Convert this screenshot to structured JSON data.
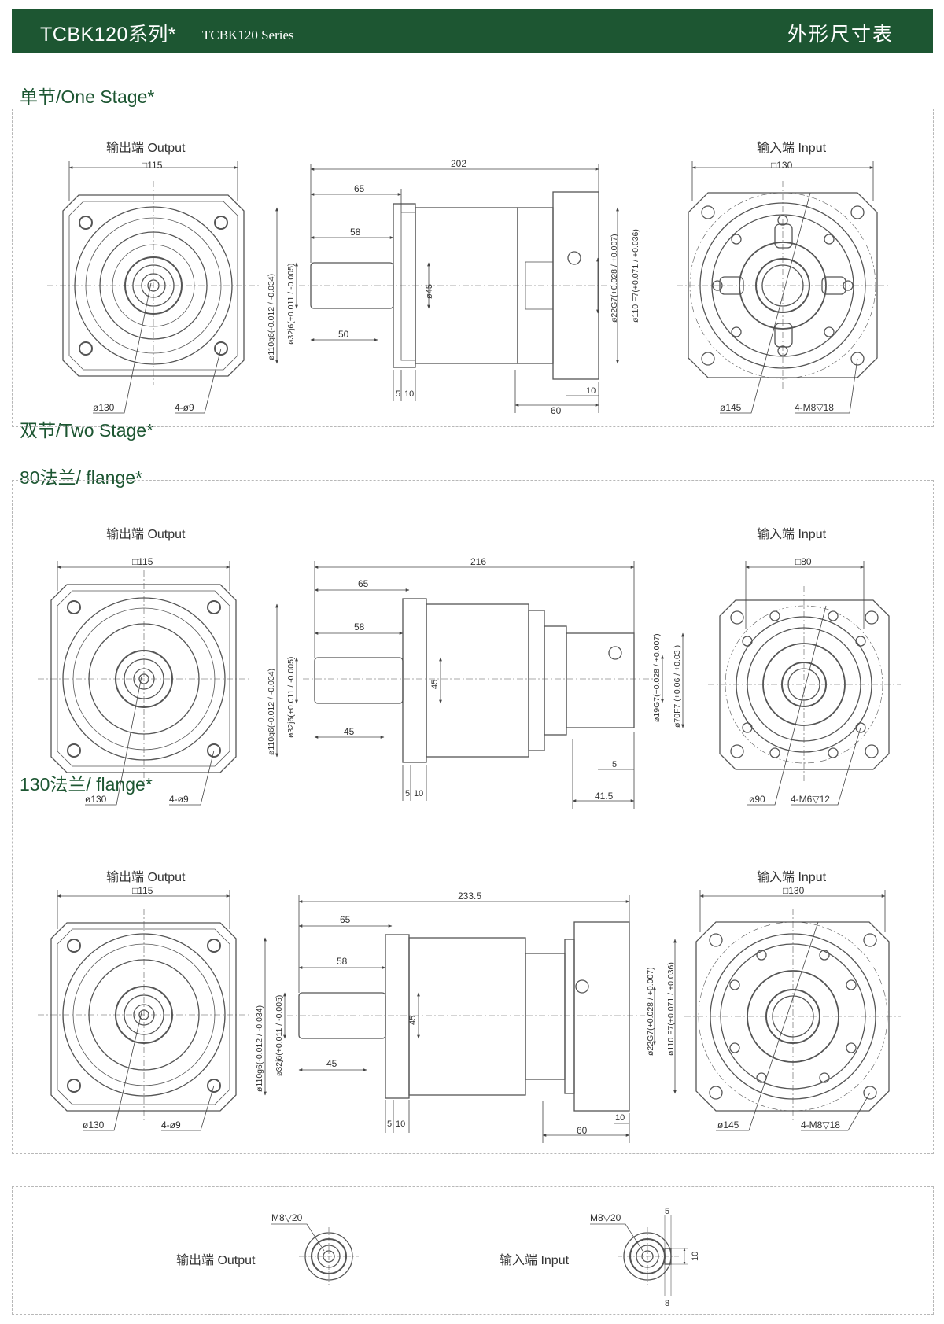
{
  "header": {
    "title_cn": "TCBK120系列*",
    "title_en": "TCBK120 Series",
    "right_title": "外形尺寸表"
  },
  "one_stage": {
    "title": "单节/One Stage*",
    "output_label": "输出端 Output",
    "input_label": "输入端 Input",
    "dims": {
      "out_square": "□115",
      "out_pcd": "ø130",
      "out_holes": "4-ø9",
      "total": "202",
      "d65": "65",
      "d58": "58",
      "d50": "50",
      "d45": "ø45",
      "shaft_tol": "ø110g6(-0.012 / -0.034)",
      "shaft_d": "ø32j6(+0.011 / -0.005)",
      "d5": "5",
      "d10": "10",
      "d10b": "10",
      "d60": "60",
      "bore": "ø22G7(+0.028 / +0.007)",
      "pilot": "ø110 F7(+0.071 / +0.036)",
      "in_square": "□130",
      "in_pcd": "ø145",
      "in_holes": "4-M8▽18"
    }
  },
  "two_stage": {
    "title": "双节/Two Stage*",
    "flange80": {
      "title": "80法兰/ flange*",
      "output_label": "输出端 Output",
      "input_label": "输入端 Input",
      "dims": {
        "out_square": "□115",
        "out_pcd": "ø130",
        "out_holes": "4-ø9",
        "total": "216",
        "d65": "65",
        "d58": "58",
        "d45": "45",
        "d45b": "45",
        "shaft_tol": "ø110g6(-0.012 / -0.034)",
        "shaft_d": "ø32j6(+0.011 / -0.005)",
        "d5": "5",
        "d10": "10",
        "d5b": "5",
        "d415": "41.5",
        "bore": "ø19G7(+0.028 / +0.007)",
        "pilot": "ø70F7 (+0.06 / +0.03 )",
        "in_square": "□80",
        "in_pcd": "ø90",
        "in_holes": "4-M6▽12"
      }
    },
    "flange130": {
      "title": "130法兰/ flange*",
      "output_label": "输出端 Output",
      "input_label": "输入端 Input",
      "dims": {
        "out_square": "□115",
        "out_pcd": "ø130",
        "out_holes": "4-ø9",
        "total": "233.5",
        "d65": "65",
        "d58": "58",
        "d45": "45",
        "d45b": "45",
        "shaft_tol": "ø110g6(-0.012 / -0.034)",
        "shaft_d": "ø32j6(+0.011 / -0.005)",
        "d5": "5",
        "d10": "10",
        "d10b": "10",
        "d60": "60",
        "bore": "ø22G7(+0.028 / +0.007)",
        "pilot": "ø110 F7(+0.071 / +0.036)",
        "in_square": "□130",
        "in_pcd": "ø145",
        "in_holes": "4-M8▽18"
      }
    }
  },
  "bottom": {
    "output_label": "输出端 Output",
    "input_label": "输入端 Input",
    "out_thread": "M8▽20",
    "in_thread": "M8▽20",
    "d5": "5",
    "d10": "10",
    "d8": "8"
  }
}
